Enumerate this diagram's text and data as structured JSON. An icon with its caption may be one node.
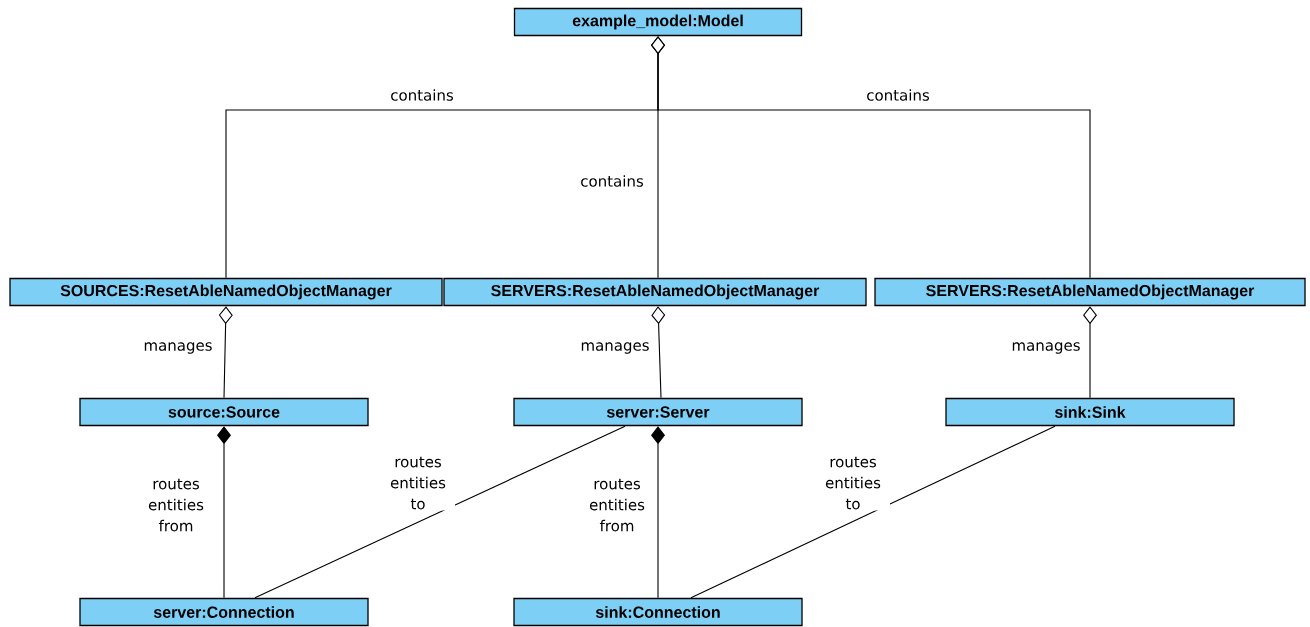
{
  "diagram": {
    "nodes": [
      {
        "text": [
          "example_model:Model"
        ]
      },
      {
        "text": [
          "SOURCES:ResetAbleNamedObjectManager"
        ]
      },
      {
        "text": [
          "SERVERS:ResetAbleNamedObjectManager"
        ]
      },
      {
        "text": [
          "SERVERS:ResetAbleNamedObjectManager"
        ]
      },
      {
        "text": [
          "source:Source"
        ]
      },
      {
        "text": [
          "server:Server"
        ]
      },
      {
        "text": [
          "sink:Sink"
        ]
      },
      {
        "text": [
          "server:Connection"
        ]
      },
      {
        "text": [
          "sink:Connection"
        ]
      }
    ],
    "edges": [
      {
        "from": 0,
        "to": 1,
        "arrow": "other",
        "label": "contains"
      },
      {
        "from": 0,
        "to": 2,
        "arrow": "other",
        "label": "contains"
      },
      {
        "from": 0,
        "to": 3,
        "arrow": "other",
        "label": "contains"
      },
      {
        "from": 1,
        "to": 4,
        "arrow": "other",
        "label": "manages"
      },
      {
        "from": 2,
        "to": 5,
        "arrow": "other",
        "label": "manages"
      },
      {
        "from": 3,
        "to": 6,
        "arrow": "other",
        "label": "manages"
      },
      {
        "from": 4,
        "to": 7,
        "arrow": "other",
        "label": "routes entities from"
      },
      {
        "from": 5,
        "to": 7,
        "arrow": "none",
        "label": "routes entities to"
      },
      {
        "from": 5,
        "to": 8,
        "arrow": "other",
        "label": "routes entities from"
      },
      {
        "from": 6,
        "to": 8,
        "arrow": "none",
        "label": "routes entities to"
      }
    ]
  }
}
